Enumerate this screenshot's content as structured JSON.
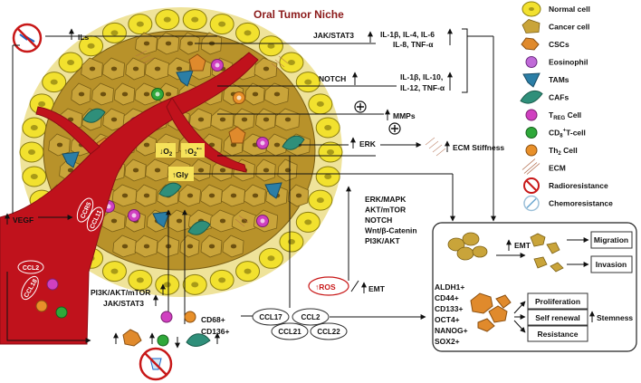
{
  "title": "Oral Tumor Niche",
  "legend": [
    {
      "label": "Normal cell",
      "icon": "normal-cell-icon"
    },
    {
      "label": "Cancer cell",
      "icon": "cancer-cell-icon"
    },
    {
      "label": "CSCs",
      "icon": "csc-icon"
    },
    {
      "label": "Eosinophil",
      "icon": "eosinophil-icon"
    },
    {
      "label": "TAMs",
      "icon": "tam-icon"
    },
    {
      "label": "CAFs",
      "icon": "caf-icon"
    },
    {
      "label": "T",
      "sub": "REG",
      "suffix": " Cell",
      "icon": "treg-icon"
    },
    {
      "label": "CD",
      "sub": "8",
      "sup": "+",
      "suffix": "T-cell",
      "icon": "cd8-icon"
    },
    {
      "label": "Th",
      "sub": "2",
      "suffix": " Cell",
      "icon": "th2-icon"
    },
    {
      "label": "ECM",
      "icon": "ecm-icon"
    },
    {
      "label": "Radioresistance",
      "icon": "radioresistance-icon"
    },
    {
      "label": "Chemoresistance",
      "icon": "chemoresistance-icon"
    }
  ],
  "labels": {
    "ils": "ILs",
    "jak_stat3": "JAK/STAT3",
    "cytokines1_line1": "IL-1β, IL-4, IL-6",
    "cytokines1_line2": "IL-8, TNF-α",
    "notch": "NOTCH",
    "cytokines2_line1": "IL-1β, IL-10,",
    "cytokines2_line2": "IL-12, TNF-α",
    "mmps": "MMPs",
    "erk": "ERK",
    "ecm_stiffness": "ECM Stiffness",
    "o2": "O",
    "o2_sub": "2",
    "o2_rad_sup": "•−",
    "gly": "Gly",
    "vegf": "VEGF",
    "ccr5": "CCR5",
    "ccl11": "CCL11",
    "ccl2_vessel": "CCL2",
    "ccl18": "CCL18",
    "pathways": [
      "ERK/MAPK",
      "AKT/mTOR",
      "NOTCH",
      "Wnt/β-Catenin",
      "PI3K/AKT"
    ],
    "ros": "ROS",
    "emt_ros": "EMT",
    "pi3k_line1": "PI3K/AKT/mTOR",
    "pi3k_line2": "JAK/STAT3",
    "cd68": "CD68+",
    "cd136": "CD136+",
    "ccl17": "CCL17",
    "ccl2": "CCL2",
    "ccl21": "CCL21",
    "ccl22": "CCL22",
    "emt_box": "EMT",
    "migration": "Migration",
    "invasion": "Invasion",
    "markers": [
      "ALDH1+",
      "CD44+",
      "CD133+",
      "OCT4+",
      "NANOG+",
      "SOX2+"
    ],
    "proliferation": "Proliferation",
    "self_renewal": "Self renewal",
    "resistance": "Resistance",
    "stemness": "Stemness"
  },
  "colors": {
    "normal_cell": "#f2e12e",
    "cancer_cell": "#c9a43a",
    "csc": "#e08a2c",
    "vessel": "#c0121c",
    "tam": "#2b7ea6",
    "caf": "#2f8f7a",
    "treg": "#d040c0",
    "cd8": "#2fa83a",
    "th2": "#e8902a",
    "title": "#8b1a1a"
  }
}
